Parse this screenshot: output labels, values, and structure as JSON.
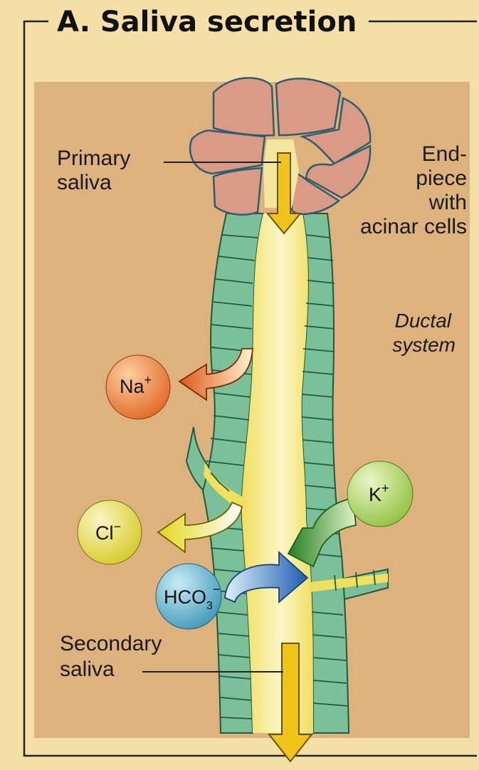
{
  "title": "A. Saliva secretion",
  "labels": {
    "primary_saliva": [
      "Primary",
      "saliva"
    ],
    "end_piece": [
      "End-",
      "piece",
      "with",
      "acinar cells"
    ],
    "ductal_system": [
      "Ductal",
      "system"
    ],
    "secondary_saliva": [
      "Secondary",
      "saliva"
    ]
  },
  "ions": {
    "na": {
      "base": "Na",
      "charge": "+"
    },
    "cl": {
      "base": "Cl",
      "charge": "−"
    },
    "k": {
      "base": "K",
      "charge": "+"
    },
    "hco3": {
      "base": "HCO",
      "sub": "3",
      "charge": "−"
    }
  },
  "colors": {
    "page_background": "#f4dfa6",
    "panel_background": "#ddb27e",
    "acinar_cells": "#d99a86",
    "duct_wall": "#7cc09a",
    "lumen": "#f5ec8a",
    "flow_arrow": "#f0c418",
    "na_ion": "#e8702c",
    "cl_ion": "#e0d63a",
    "k_ion": "#a6cc5a",
    "hco3_ion": "#4ba8c8",
    "na_arrow": "#e05a1a",
    "cl_arrow": "#e8d820",
    "k_arrow": "#2f8f2a",
    "hco3_arrow": "#2a66b8"
  }
}
